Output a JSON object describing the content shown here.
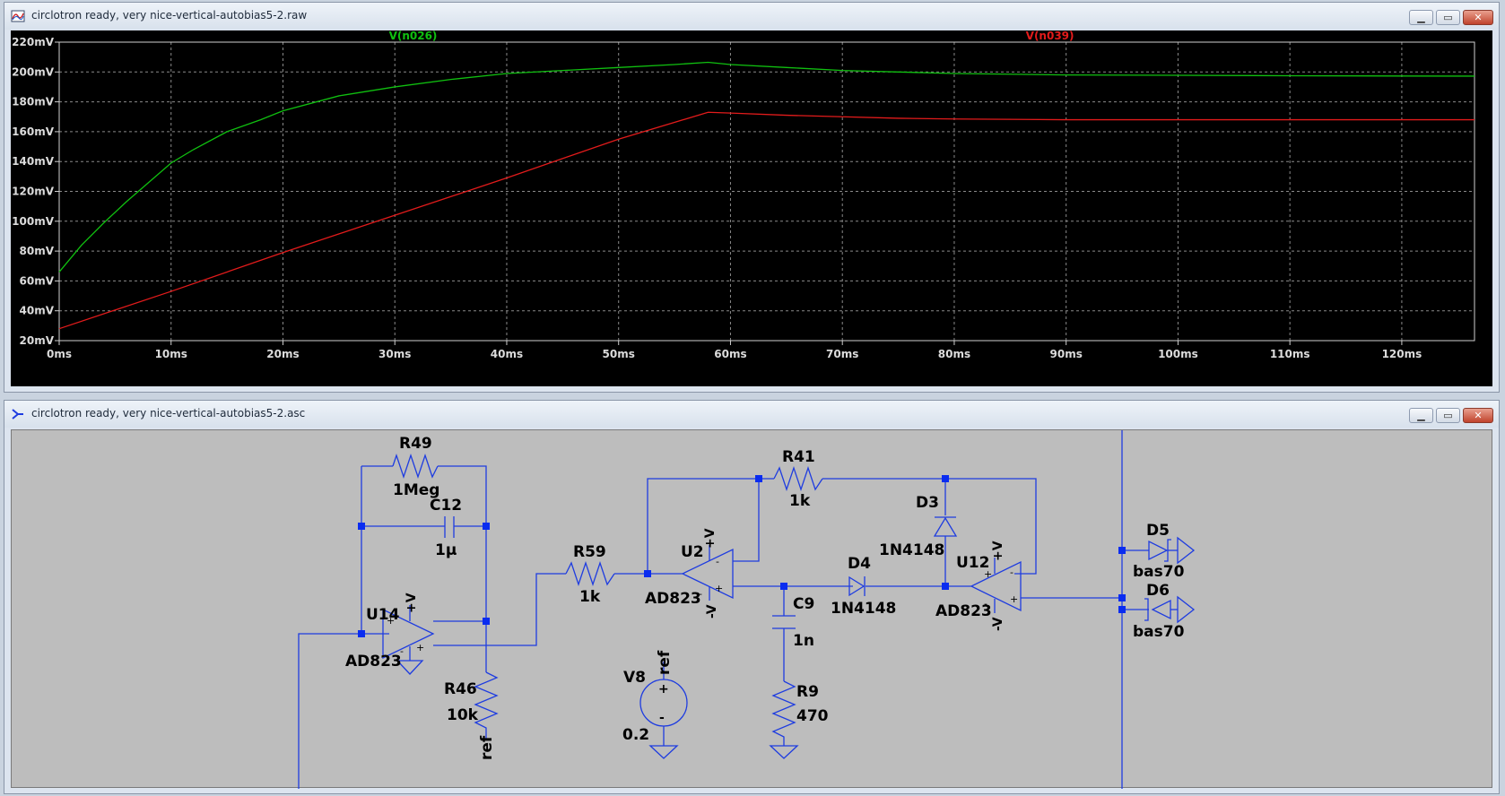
{
  "colors": {
    "trace1": "#10c010",
    "trace2": "#e21b1b",
    "wire": "#1e3ce0",
    "junction": "#0a2cf0",
    "plot_bg": "#000000",
    "schematic_bg": "#bdbdbd"
  },
  "plot_window": {
    "title": "circlotron ready, very nice-vertical-autobias5-2.raw",
    "icon": "waveform-icon",
    "buttons": [
      "minimize-icon",
      "maximize-icon",
      "close-icon"
    ]
  },
  "schematic_window": {
    "title": "circlotron ready, very nice-vertical-autobias5-2.asc",
    "icon": "schematic-icon",
    "buttons": [
      "minimize-icon",
      "maximize-icon",
      "close-icon"
    ]
  },
  "chart_data": {
    "type": "line",
    "x_ticks": [
      "0ms",
      "10ms",
      "20ms",
      "30ms",
      "40ms",
      "50ms",
      "60ms",
      "70ms",
      "80ms",
      "90ms",
      "100ms",
      "110ms",
      "120ms"
    ],
    "y_ticks": [
      "20mV",
      "40mV",
      "60mV",
      "80mV",
      "100mV",
      "120mV",
      "140mV",
      "160mV",
      "180mV",
      "200mV",
      "220mV"
    ],
    "xlim": [
      0,
      126.5
    ],
    "ylim": [
      20,
      220
    ],
    "grid": true,
    "x_unit": "ms",
    "y_unit": "mV",
    "series": [
      {
        "name": "V(n026)",
        "color": "#10c010",
        "x": [
          0,
          2,
          4,
          6,
          8,
          10,
          12,
          15,
          18,
          20,
          25,
          30,
          35,
          40,
          45,
          50,
          55,
          58,
          60,
          65,
          70,
          75,
          80,
          90,
          100,
          110,
          120,
          126.5
        ],
        "y": [
          66,
          84,
          99,
          113,
          126,
          139,
          148,
          160,
          168,
          174,
          184,
          190,
          195,
          199,
          201,
          203,
          205,
          206.5,
          205,
          203,
          201,
          200,
          199,
          198,
          197.8,
          197.5,
          197.3,
          197.2
        ]
      },
      {
        "name": "V(n039)",
        "color": "#e21b1b",
        "x": [
          0,
          10,
          20,
          30,
          40,
          50,
          58,
          60,
          65,
          70,
          75,
          80,
          90,
          100,
          110,
          120,
          126.5
        ],
        "y": [
          28,
          53,
          79,
          104,
          129,
          155,
          173,
          172.5,
          171,
          170,
          169,
          168.5,
          168,
          168,
          168,
          168,
          168
        ]
      }
    ]
  },
  "schematic": {
    "labels": {
      "R49": "R49",
      "R49_val": "1Meg",
      "C12": "C12",
      "C12_val": "1µ",
      "U14": "U14",
      "U14_model": "AD823",
      "R46": "R46",
      "R46_val": "10k",
      "R46_net": "ref",
      "R59": "R59",
      "R59_val": "1k",
      "U2": "U2",
      "U2_model": "AD823",
      "R41": "R41",
      "R41_val": "1k",
      "C9": "C9",
      "C9_val": "1n",
      "R9": "R9",
      "R9_val": "470",
      "V8": "V8",
      "V8_val": "0.2",
      "V8_net": "ref",
      "D4": "D4",
      "D4_model": "1N4148",
      "D3": "D3",
      "D3_model": "1N4148",
      "U12": "U12",
      "U12_model": "AD823",
      "D5": "D5",
      "D5_model": "bas70",
      "D6": "D6",
      "D6_model": "bas70",
      "vplus": "+V",
      "vminus": "-V",
      "plus": "+",
      "minus": "-"
    }
  }
}
